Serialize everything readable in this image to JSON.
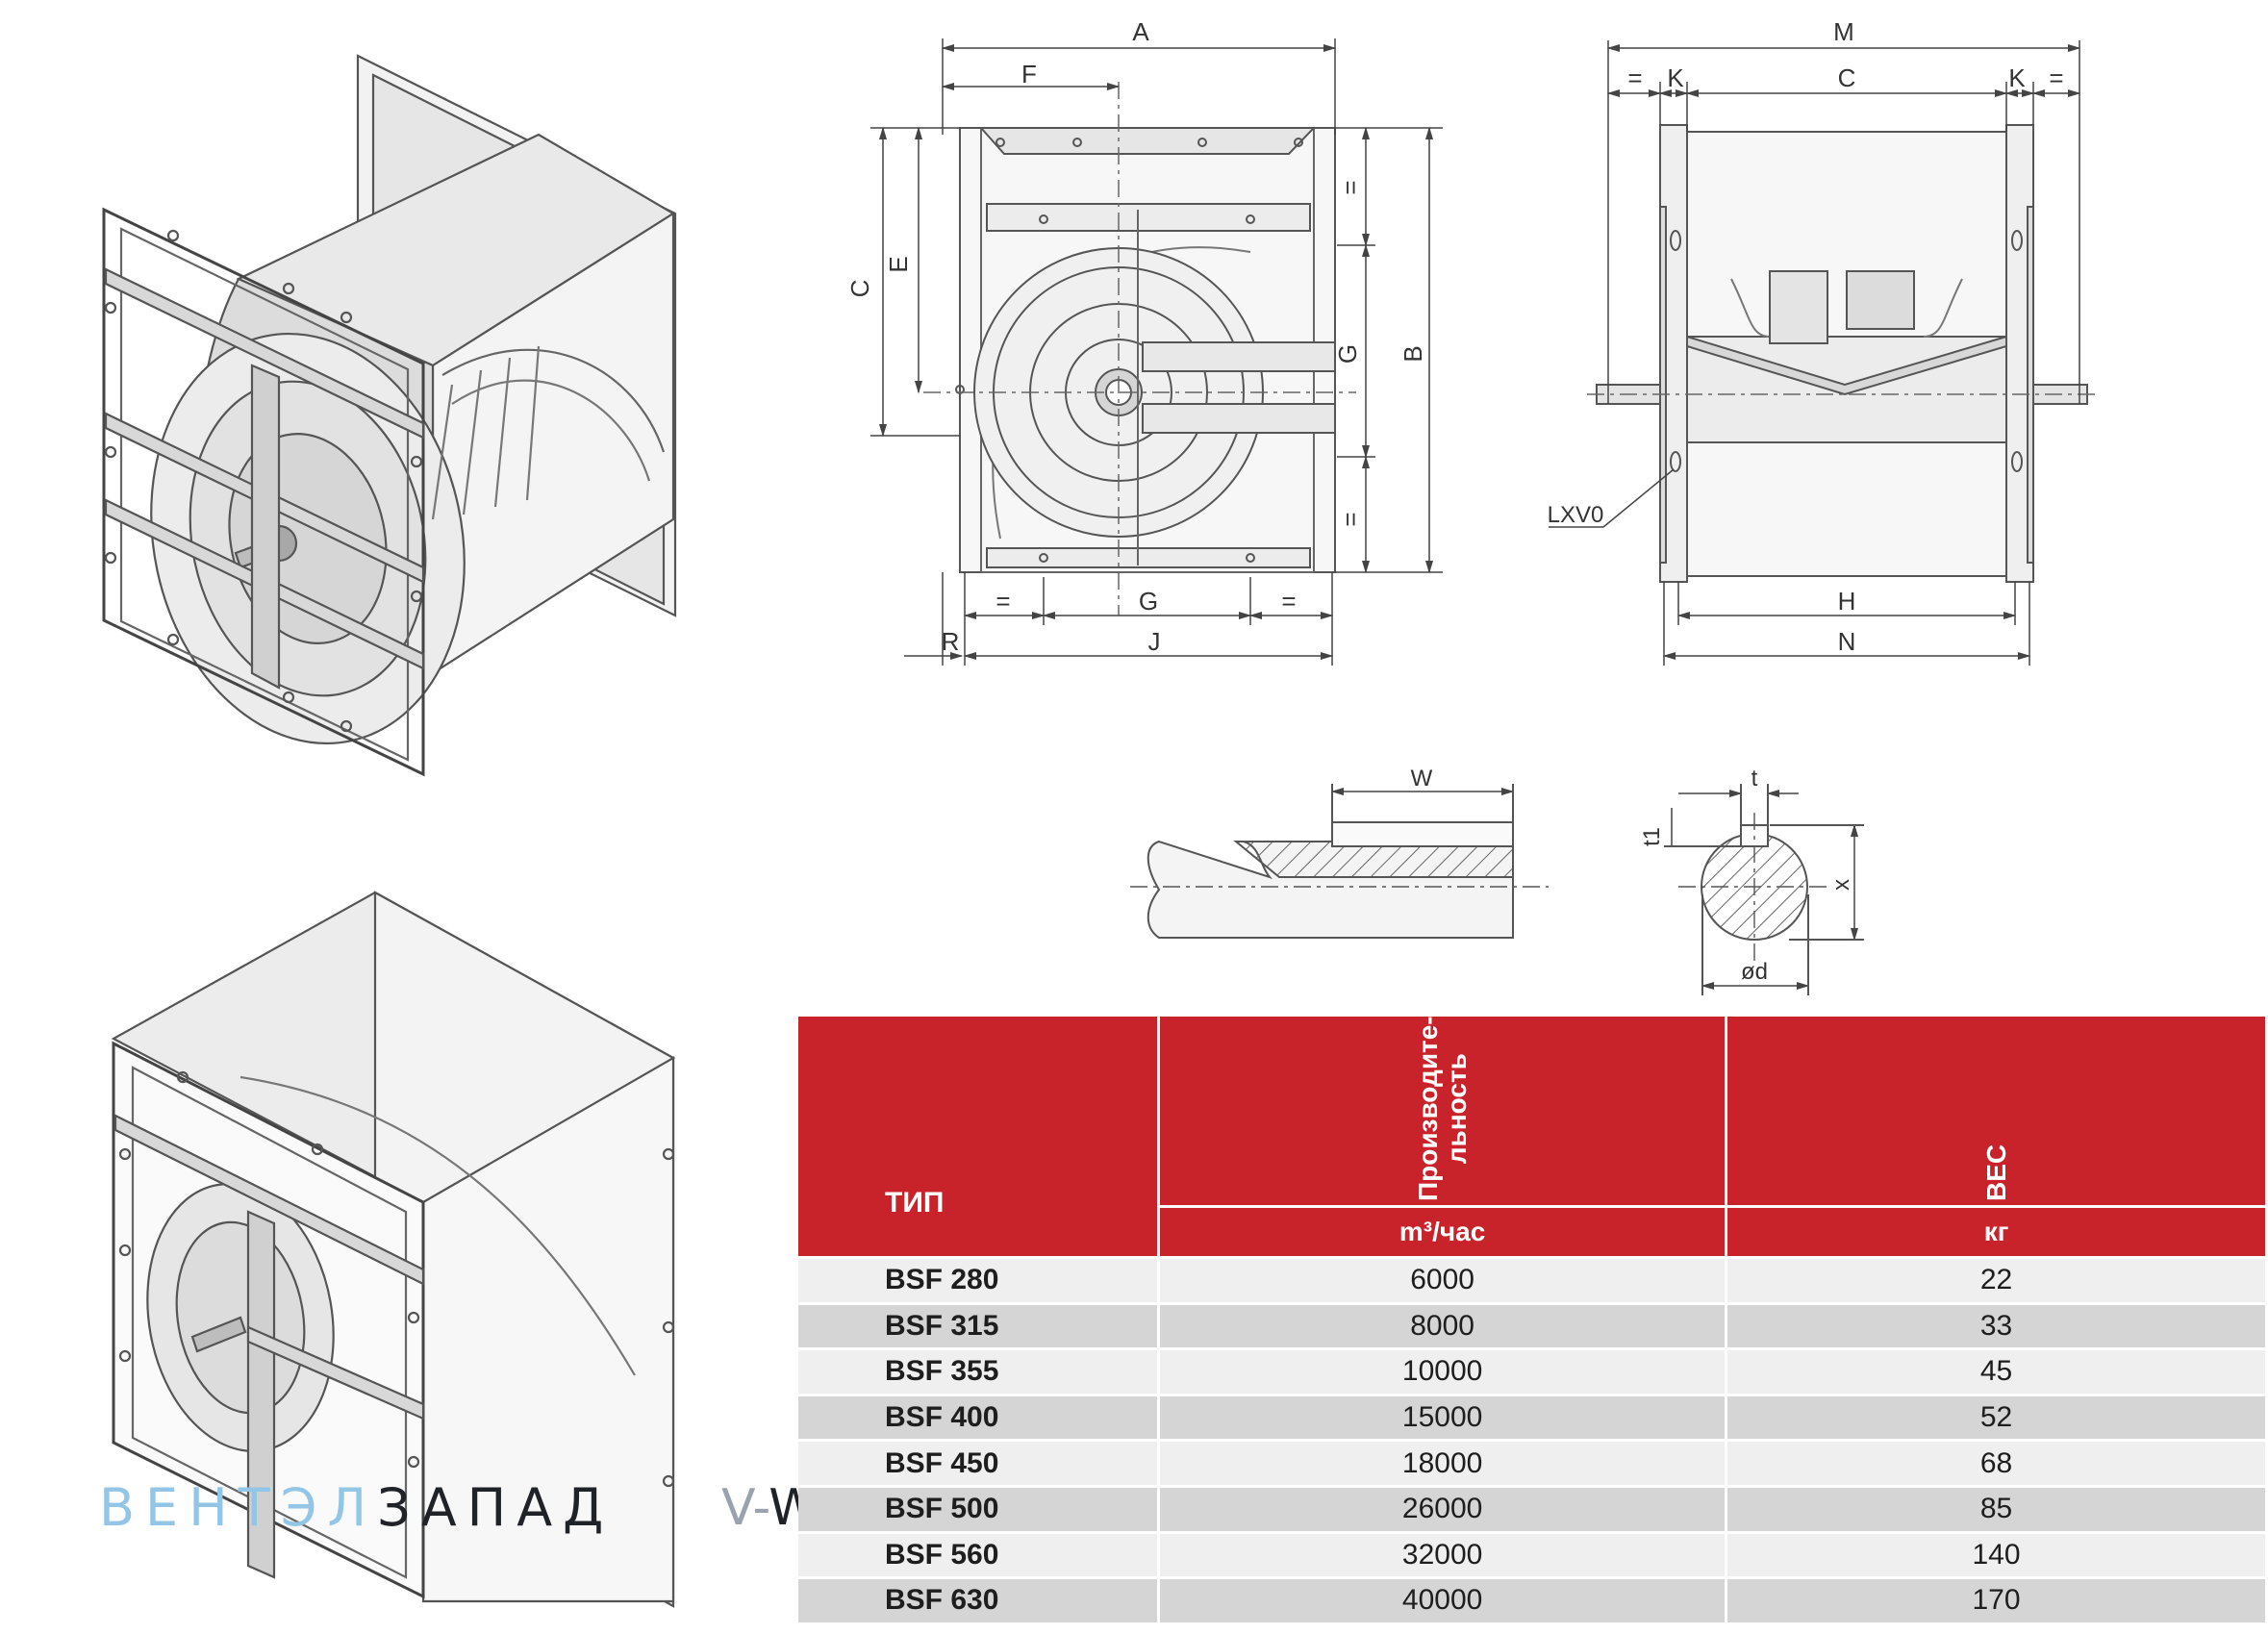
{
  "drawing": {
    "front_view_labels": {
      "A": "A",
      "F": "F",
      "C": "C",
      "E": "E",
      "B": "B",
      "G_right": "G",
      "eq_top": "=",
      "eq_bottom": "=",
      "eq_left": "=",
      "G_bottom": "G",
      "eq_right": "=",
      "R": "R",
      "J": "J"
    },
    "side_view_labels": {
      "M": "M",
      "eq_left": "=",
      "K_left": "K",
      "C": "C",
      "K_right": "K",
      "eq_right": "=",
      "LXV0": "LXV0",
      "H": "H",
      "N": "N"
    },
    "shaft_labels": {
      "W": "W",
      "t": "t",
      "t1": "t1",
      "x": "x",
      "d": "ød"
    }
  },
  "watermark": {
    "brand_light": "ВЕНТЭЛ",
    "brand_dark": "ЗАПАД",
    "url_light": "V-",
    "url_dark": "W.BY"
  },
  "table": {
    "headers": {
      "type": "ТИП",
      "performance_line1": "Производите-",
      "performance_line2": "льность",
      "weight": "ВЕС",
      "performance_unit": "m³/час",
      "weight_unit": "кг"
    },
    "rows": [
      {
        "type": "BSF 280",
        "performance": "6000",
        "weight": "22"
      },
      {
        "type": "BSF 315",
        "performance": "8000",
        "weight": "33"
      },
      {
        "type": "BSF 355",
        "performance": "10000",
        "weight": "45"
      },
      {
        "type": "BSF 400",
        "performance": "15000",
        "weight": "52"
      },
      {
        "type": "BSF 450",
        "performance": "18000",
        "weight": "68"
      },
      {
        "type": "BSF 500",
        "performance": "26000",
        "weight": "85"
      },
      {
        "type": "BSF 560",
        "performance": "32000",
        "weight": "140"
      },
      {
        "type": "BSF 630",
        "performance": "40000",
        "weight": "170"
      }
    ],
    "colors": {
      "header_bg": "#c8232b",
      "row_light": "#efefef",
      "row_dark": "#d5d5d5"
    }
  }
}
